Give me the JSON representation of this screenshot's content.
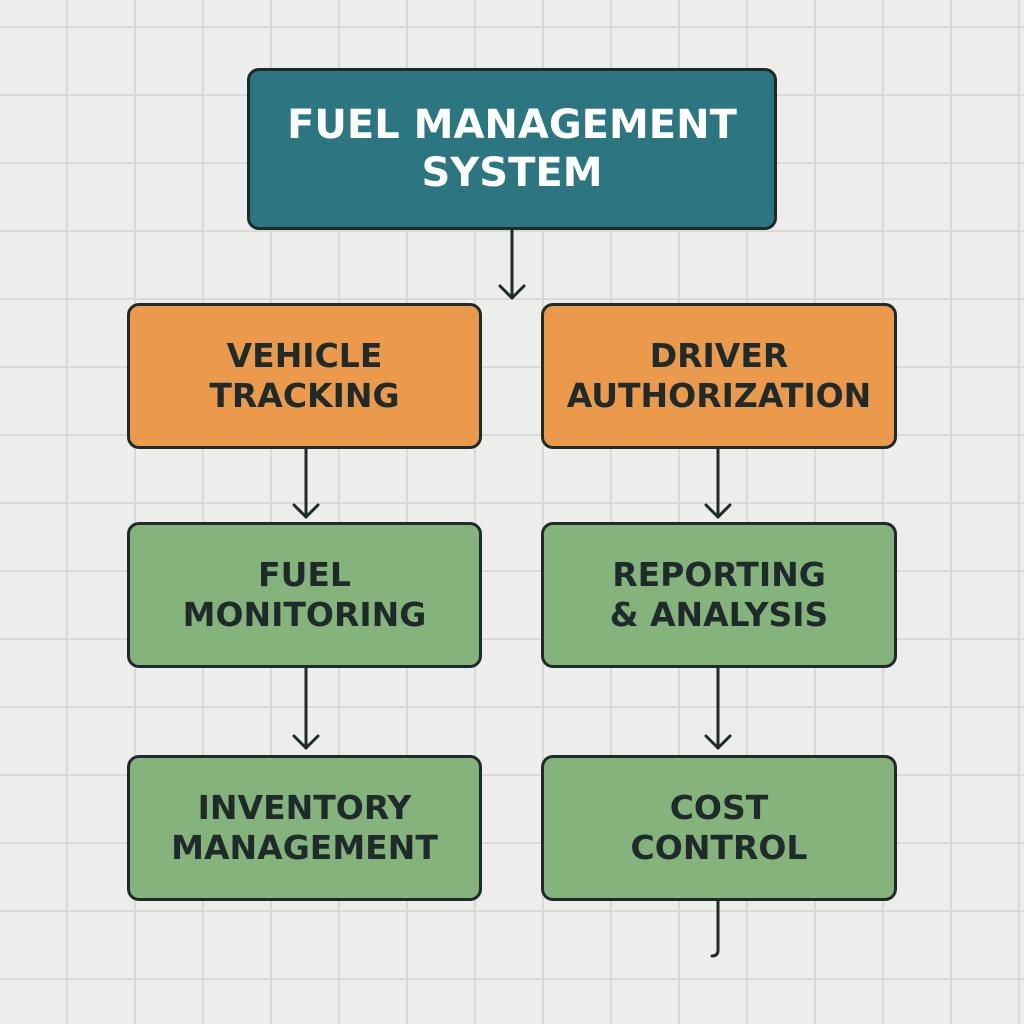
{
  "diagram": {
    "root": {
      "label": "FUEL MANAGEMENT SYSTEM"
    },
    "nodes": {
      "vehicle_tracking": {
        "label": "VEHICLE TRACKING"
      },
      "driver_authorization": {
        "label": "DRIVER AUTHORIZATION"
      },
      "fuel_monitoring": {
        "label": "FUEL MONITORING"
      },
      "reporting_analysis": {
        "label": "REPORTING & ANALYSIS"
      },
      "inventory_management": {
        "label": "INVENTORY MANAGEMENT"
      },
      "cost_control": {
        "label": "COST CONTROL"
      }
    },
    "edges": [
      {
        "from": "root",
        "to": "diagram"
      },
      {
        "from": "vehicle_tracking",
        "to": "fuel_monitoring"
      },
      {
        "from": "fuel_monitoring",
        "to": "inventory_management"
      },
      {
        "from": "driver_authorization",
        "to": "reporting_analysis"
      },
      {
        "from": "reporting_analysis",
        "to": "cost_control"
      },
      {
        "from": "cost_control",
        "to": "continuation"
      }
    ]
  },
  "colors": {
    "root_fill": "#2b7680",
    "orange_fill": "#eb9a4b",
    "green_fill": "#85b37c",
    "outline": "#1f2a2a",
    "background": "#ededeb",
    "grid": "#d9d9d6"
  }
}
